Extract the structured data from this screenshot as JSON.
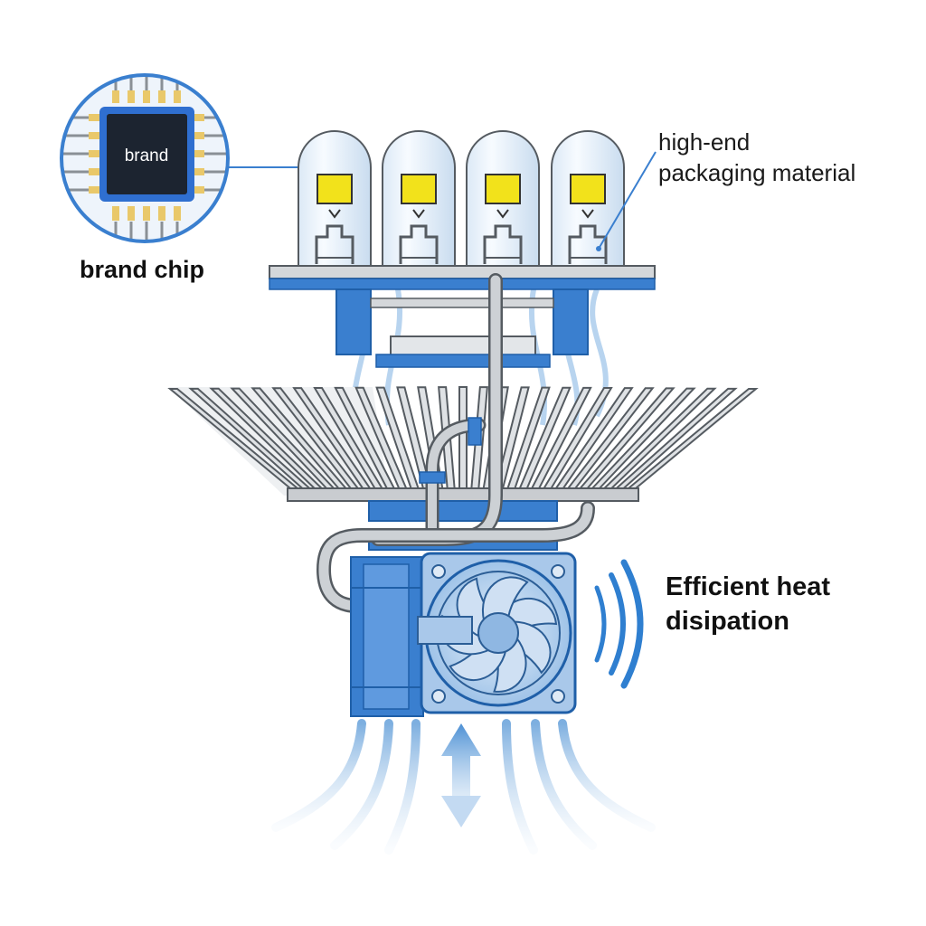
{
  "chip_inset": {
    "chip_text": "brand"
  },
  "labels": {
    "chip_label": "brand chip",
    "packaging_line1": "high-end",
    "packaging_line2": "packaging material",
    "heat_line1": "Efficient heat",
    "heat_line2": "disipation"
  },
  "colors": {
    "accent_blue": "#3a7fcf",
    "dark_blue": "#1f5fa8",
    "light_blue": "#bcd6ef",
    "led_yellow": "#f2e21b",
    "metal_gray": "#c9ccd0",
    "outline_gray": "#555b61"
  },
  "icons": [
    "brand-chip-icon",
    "led-bulb-icon",
    "heatsink-icon",
    "heat-pipe-icon",
    "cooling-fan-icon",
    "airflow-arrow-icon",
    "sound-wave-icon"
  ]
}
